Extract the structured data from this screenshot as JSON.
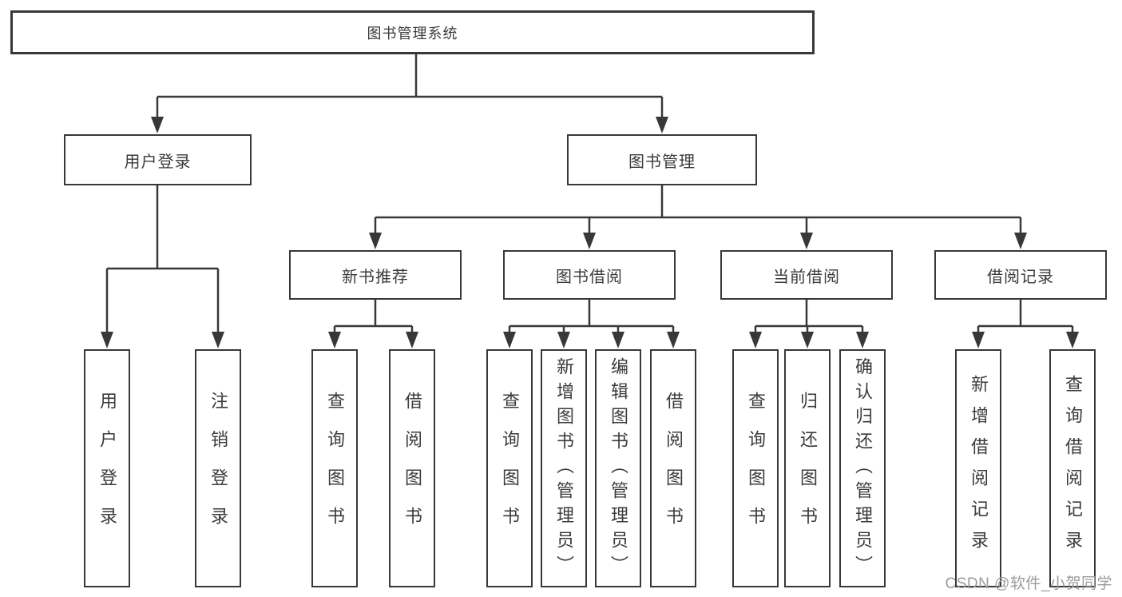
{
  "colors": {
    "line": "#383838",
    "box_border": "#383838",
    "text": "#3b3b3b",
    "background": "#ffffff",
    "watermark": "#9b9b9b"
  },
  "diagram": {
    "title_node": {
      "label": "图书管理系统"
    },
    "level2": [
      {
        "id": "user-login",
        "label": "用户登录"
      },
      {
        "id": "book-management",
        "label": "图书管理"
      }
    ],
    "level3": [
      {
        "id": "new-book-recommend",
        "label": "新书推荐"
      },
      {
        "id": "book-borrow",
        "label": "图书借阅"
      },
      {
        "id": "current-borrow",
        "label": "当前借阅"
      },
      {
        "id": "borrow-records",
        "label": "借阅记录"
      }
    ],
    "leaves": [
      {
        "id": "user-login-leaf",
        "label": "用户登录"
      },
      {
        "id": "logout-leaf",
        "label": "注销登录"
      },
      {
        "id": "query-books-1",
        "label": "查询图书"
      },
      {
        "id": "borrow-books-1",
        "label": "借阅图书"
      },
      {
        "id": "query-books-2",
        "label": "查询图书"
      },
      {
        "id": "add-book-admin",
        "label": "新增图书（管理员）"
      },
      {
        "id": "edit-book-admin",
        "label": "编辑图书（管理员）"
      },
      {
        "id": "borrow-books-2",
        "label": "借阅图书"
      },
      {
        "id": "query-books-3",
        "label": "查询图书"
      },
      {
        "id": "return-books",
        "label": "归还图书"
      },
      {
        "id": "confirm-return-admin",
        "label": "确认归还（管理员）"
      },
      {
        "id": "add-borrow-record",
        "label": "新增借阅记录"
      },
      {
        "id": "query-borrow-record",
        "label": "查询借阅记录"
      }
    ]
  },
  "watermark": {
    "text": "CSDN @软件_小贺同学"
  }
}
